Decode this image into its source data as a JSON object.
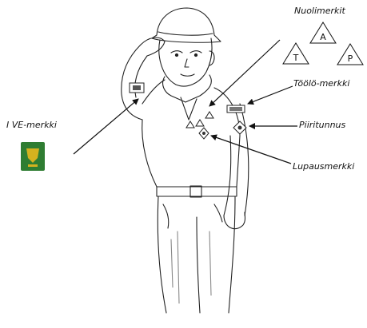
{
  "labels": {
    "nuolimerkit": "Nuolimerkit",
    "toolo": "Töölö-merkki",
    "piiri": "Piiritunnus",
    "lupaus": "Lupausmerkki",
    "ive": "I VE-merkki"
  },
  "arrow_badges": [
    "A",
    "T",
    "P"
  ],
  "badge_colors": {
    "ive_green": "#2f7d32",
    "ive_yellow": "#d4b21f"
  }
}
